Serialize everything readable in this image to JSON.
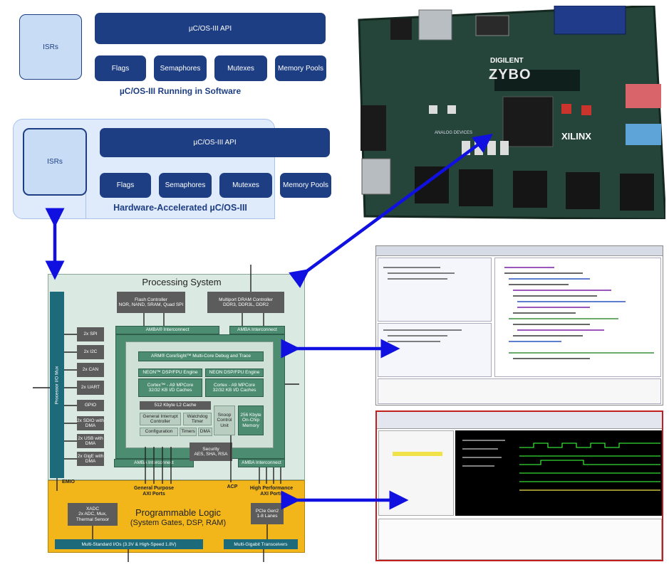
{
  "software": {
    "isrs": "ISRs",
    "api": "µC/OS-III API",
    "flags": "Flags",
    "semaphores": "Semaphores",
    "mutexes": "Mutexes",
    "memory_pools": "Memory Pools",
    "caption": "µC/OS-III Running in Software"
  },
  "hardware": {
    "isrs": "ISRs",
    "api": "µC/OS-III API",
    "flags": "Flags",
    "semaphores": "Semaphores",
    "mutexes": "Mutexes",
    "memory_pools": "Memory Pools",
    "caption": "Hardware-Accelerated µC/OS-III"
  },
  "zynq": {
    "processing_system": "Processing System",
    "io_mux": "Processor I/O Mux",
    "flash": "Flash Controller\nNOR, NAND, SRAM, Quad SPI",
    "dram": "Multiport DRAM Controller\nDDR3, DDR3L, DDR2",
    "amba_left": "AMBA® Interconnect",
    "amba_right": "AMBA Interconnect",
    "amba_bottom_left": "AMBA Interconnect",
    "amba_bottom_right": "AMBA Interconnect",
    "coresight": "ARM® CoreSight™ Multi-Core Debug and Trace",
    "neon_left": "NEON™ DSP/FPU Engine",
    "neon_right": "NEON DSP/FPU Engine",
    "cortex_left": "Cortex™ - A9 MPCore\n32/32 KB I/D Caches",
    "cortex_right": "Cortex - A9 MPCore\n32/32 KB I/D Caches",
    "l2_cache": "512 Kbyte L2 Cache",
    "gic": "General Interrupt Controller",
    "watchdog": "Watchdog Timer",
    "snoop": "Snoop Control Unit",
    "ocm": "256 Kbyte On-Chip Memory",
    "config": "Configuration",
    "timers": "Timers",
    "dma": "DMA",
    "security": "Security\nAES, SHA, RSA",
    "periph": [
      "2x SPI",
      "2x I2C",
      "2x CAN",
      "2x UART",
      "GPIO",
      "2x SDIO with DMA",
      "2x USB with DMA",
      "2x GigE with DMA"
    ],
    "emio": "EMIO",
    "gp_axi": "General Purpose\nAXI Ports",
    "acp": "ACP",
    "hp_axi": "High Performance\nAXI Ports",
    "pl_title": "Programmable Logic",
    "pl_sub": "(System Gates, DSP, RAM)",
    "xadc": "XADC\n2x ADC, Mux,\nThermal Sensor",
    "pcie": "PCIe Gen2\n1-8 Lanes",
    "multistd": "Multi-Standard I/Os (3.3V & High-Speed 1.8V)",
    "transceivers": "Multi-Gigabit Transceivers"
  },
  "board": {
    "brand": "DIGILENT",
    "model": "ZYBO",
    "vendor": "XILINX",
    "adi": "ANALOG DEVICES"
  },
  "colors": {
    "navy": "#1d3e83",
    "arrow": "#1010e0",
    "ps_bg": "#dbe9e3",
    "pl_bg": "#f2b51a",
    "zbox": "#5c5c5c",
    "green": "#4c8d72"
  }
}
